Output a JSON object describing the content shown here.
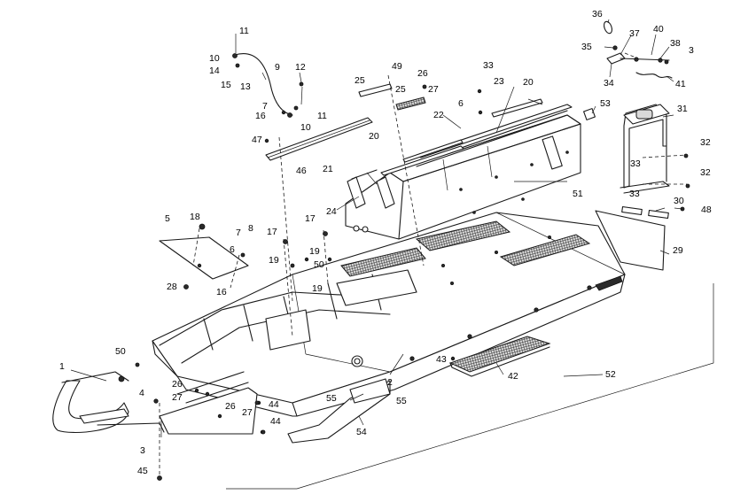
{
  "callouts": [
    {
      "id": "c36",
      "text": "36"
    },
    {
      "id": "c35",
      "text": "35"
    },
    {
      "id": "c37",
      "text": "37"
    },
    {
      "id": "c40",
      "text": "40"
    },
    {
      "id": "c38",
      "text": "38"
    },
    {
      "id": "c3a",
      "text": "3"
    },
    {
      "id": "c34",
      "text": "34"
    },
    {
      "id": "c41",
      "text": "41"
    },
    {
      "id": "c11a",
      "text": "11"
    },
    {
      "id": "c10a",
      "text": "10"
    },
    {
      "id": "c14",
      "text": "14"
    },
    {
      "id": "c15",
      "text": "15"
    },
    {
      "id": "c13",
      "text": "13"
    },
    {
      "id": "c9",
      "text": "9"
    },
    {
      "id": "c12",
      "text": "12"
    },
    {
      "id": "c7a",
      "text": "7"
    },
    {
      "id": "c16a",
      "text": "16"
    },
    {
      "id": "c10b",
      "text": "10"
    },
    {
      "id": "c11b",
      "text": "11"
    },
    {
      "id": "c49",
      "text": "49"
    },
    {
      "id": "c25a",
      "text": "25"
    },
    {
      "id": "c26a",
      "text": "26"
    },
    {
      "id": "c25b",
      "text": "25"
    },
    {
      "id": "c27a",
      "text": "27"
    },
    {
      "id": "c33a",
      "text": "33"
    },
    {
      "id": "c23",
      "text": "23"
    },
    {
      "id": "c20a",
      "text": "20"
    },
    {
      "id": "c6a",
      "text": "6"
    },
    {
      "id": "c22",
      "text": "22"
    },
    {
      "id": "c53",
      "text": "53"
    },
    {
      "id": "c31",
      "text": "31"
    },
    {
      "id": "c47",
      "text": "47"
    },
    {
      "id": "c46",
      "text": "46"
    },
    {
      "id": "c20b",
      "text": "20"
    },
    {
      "id": "c21",
      "text": "21"
    },
    {
      "id": "c32a",
      "text": "32"
    },
    {
      "id": "c33b",
      "text": "33"
    },
    {
      "id": "c32b",
      "text": "32"
    },
    {
      "id": "c33c",
      "text": "33"
    },
    {
      "id": "c51",
      "text": "51"
    },
    {
      "id": "c24",
      "text": "24"
    },
    {
      "id": "c30",
      "text": "30"
    },
    {
      "id": "c48",
      "text": "48"
    },
    {
      "id": "c5",
      "text": "5"
    },
    {
      "id": "c18",
      "text": "18"
    },
    {
      "id": "c17a",
      "text": "17"
    },
    {
      "id": "c17b",
      "text": "17"
    },
    {
      "id": "c7b",
      "text": "7"
    },
    {
      "id": "c8",
      "text": "8"
    },
    {
      "id": "c6b",
      "text": "6"
    },
    {
      "id": "c19a",
      "text": "19"
    },
    {
      "id": "c50a",
      "text": "50"
    },
    {
      "id": "c19b",
      "text": "19"
    },
    {
      "id": "c19c",
      "text": "19"
    },
    {
      "id": "c29",
      "text": "29"
    },
    {
      "id": "c28",
      "text": "28"
    },
    {
      "id": "c16b",
      "text": "16"
    },
    {
      "id": "c50b",
      "text": "50"
    },
    {
      "id": "c1",
      "text": "1"
    },
    {
      "id": "c26b",
      "text": "26"
    },
    {
      "id": "c27b",
      "text": "27"
    },
    {
      "id": "c4",
      "text": "4"
    },
    {
      "id": "c26c",
      "text": "26"
    },
    {
      "id": "c27c",
      "text": "27"
    },
    {
      "id": "c44a",
      "text": "44"
    },
    {
      "id": "c44b",
      "text": "44"
    },
    {
      "id": "c2",
      "text": "2"
    },
    {
      "id": "c43",
      "text": "43"
    },
    {
      "id": "c42",
      "text": "42"
    },
    {
      "id": "c52",
      "text": "52"
    },
    {
      "id": "c55a",
      "text": "55"
    },
    {
      "id": "c55b",
      "text": "55"
    },
    {
      "id": "c54",
      "text": "54"
    },
    {
      "id": "c3b",
      "text": "3"
    },
    {
      "id": "c45",
      "text": "45"
    }
  ]
}
